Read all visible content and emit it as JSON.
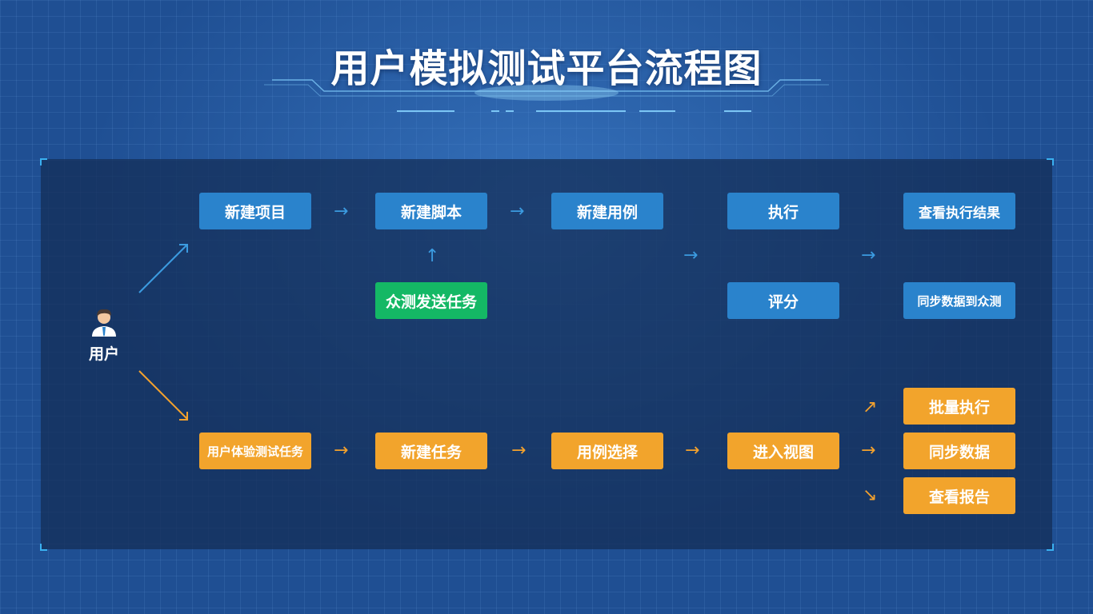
{
  "title": "用户模拟测试平台流程图",
  "user": {
    "label": "用户",
    "icon": "user-avatar-icon"
  },
  "top_flow": {
    "row1": [
      "新建项目",
      "新建脚本",
      "新建用例",
      "执行",
      "查看执行结果"
    ],
    "row2": {
      "crowd_task": "众测发送任务",
      "score": "评分",
      "sync": "同步数据到众测"
    }
  },
  "bottom_flow": {
    "steps": [
      "用户体验测试任务",
      "新建任务",
      "用例选择",
      "进入视图"
    ],
    "outcomes": [
      "批量执行",
      "同步数据",
      "查看报告"
    ]
  },
  "colors": {
    "blue": "#2a83cc",
    "green": "#14b865",
    "orange": "#f2a42c",
    "background": "#1f4f93"
  }
}
